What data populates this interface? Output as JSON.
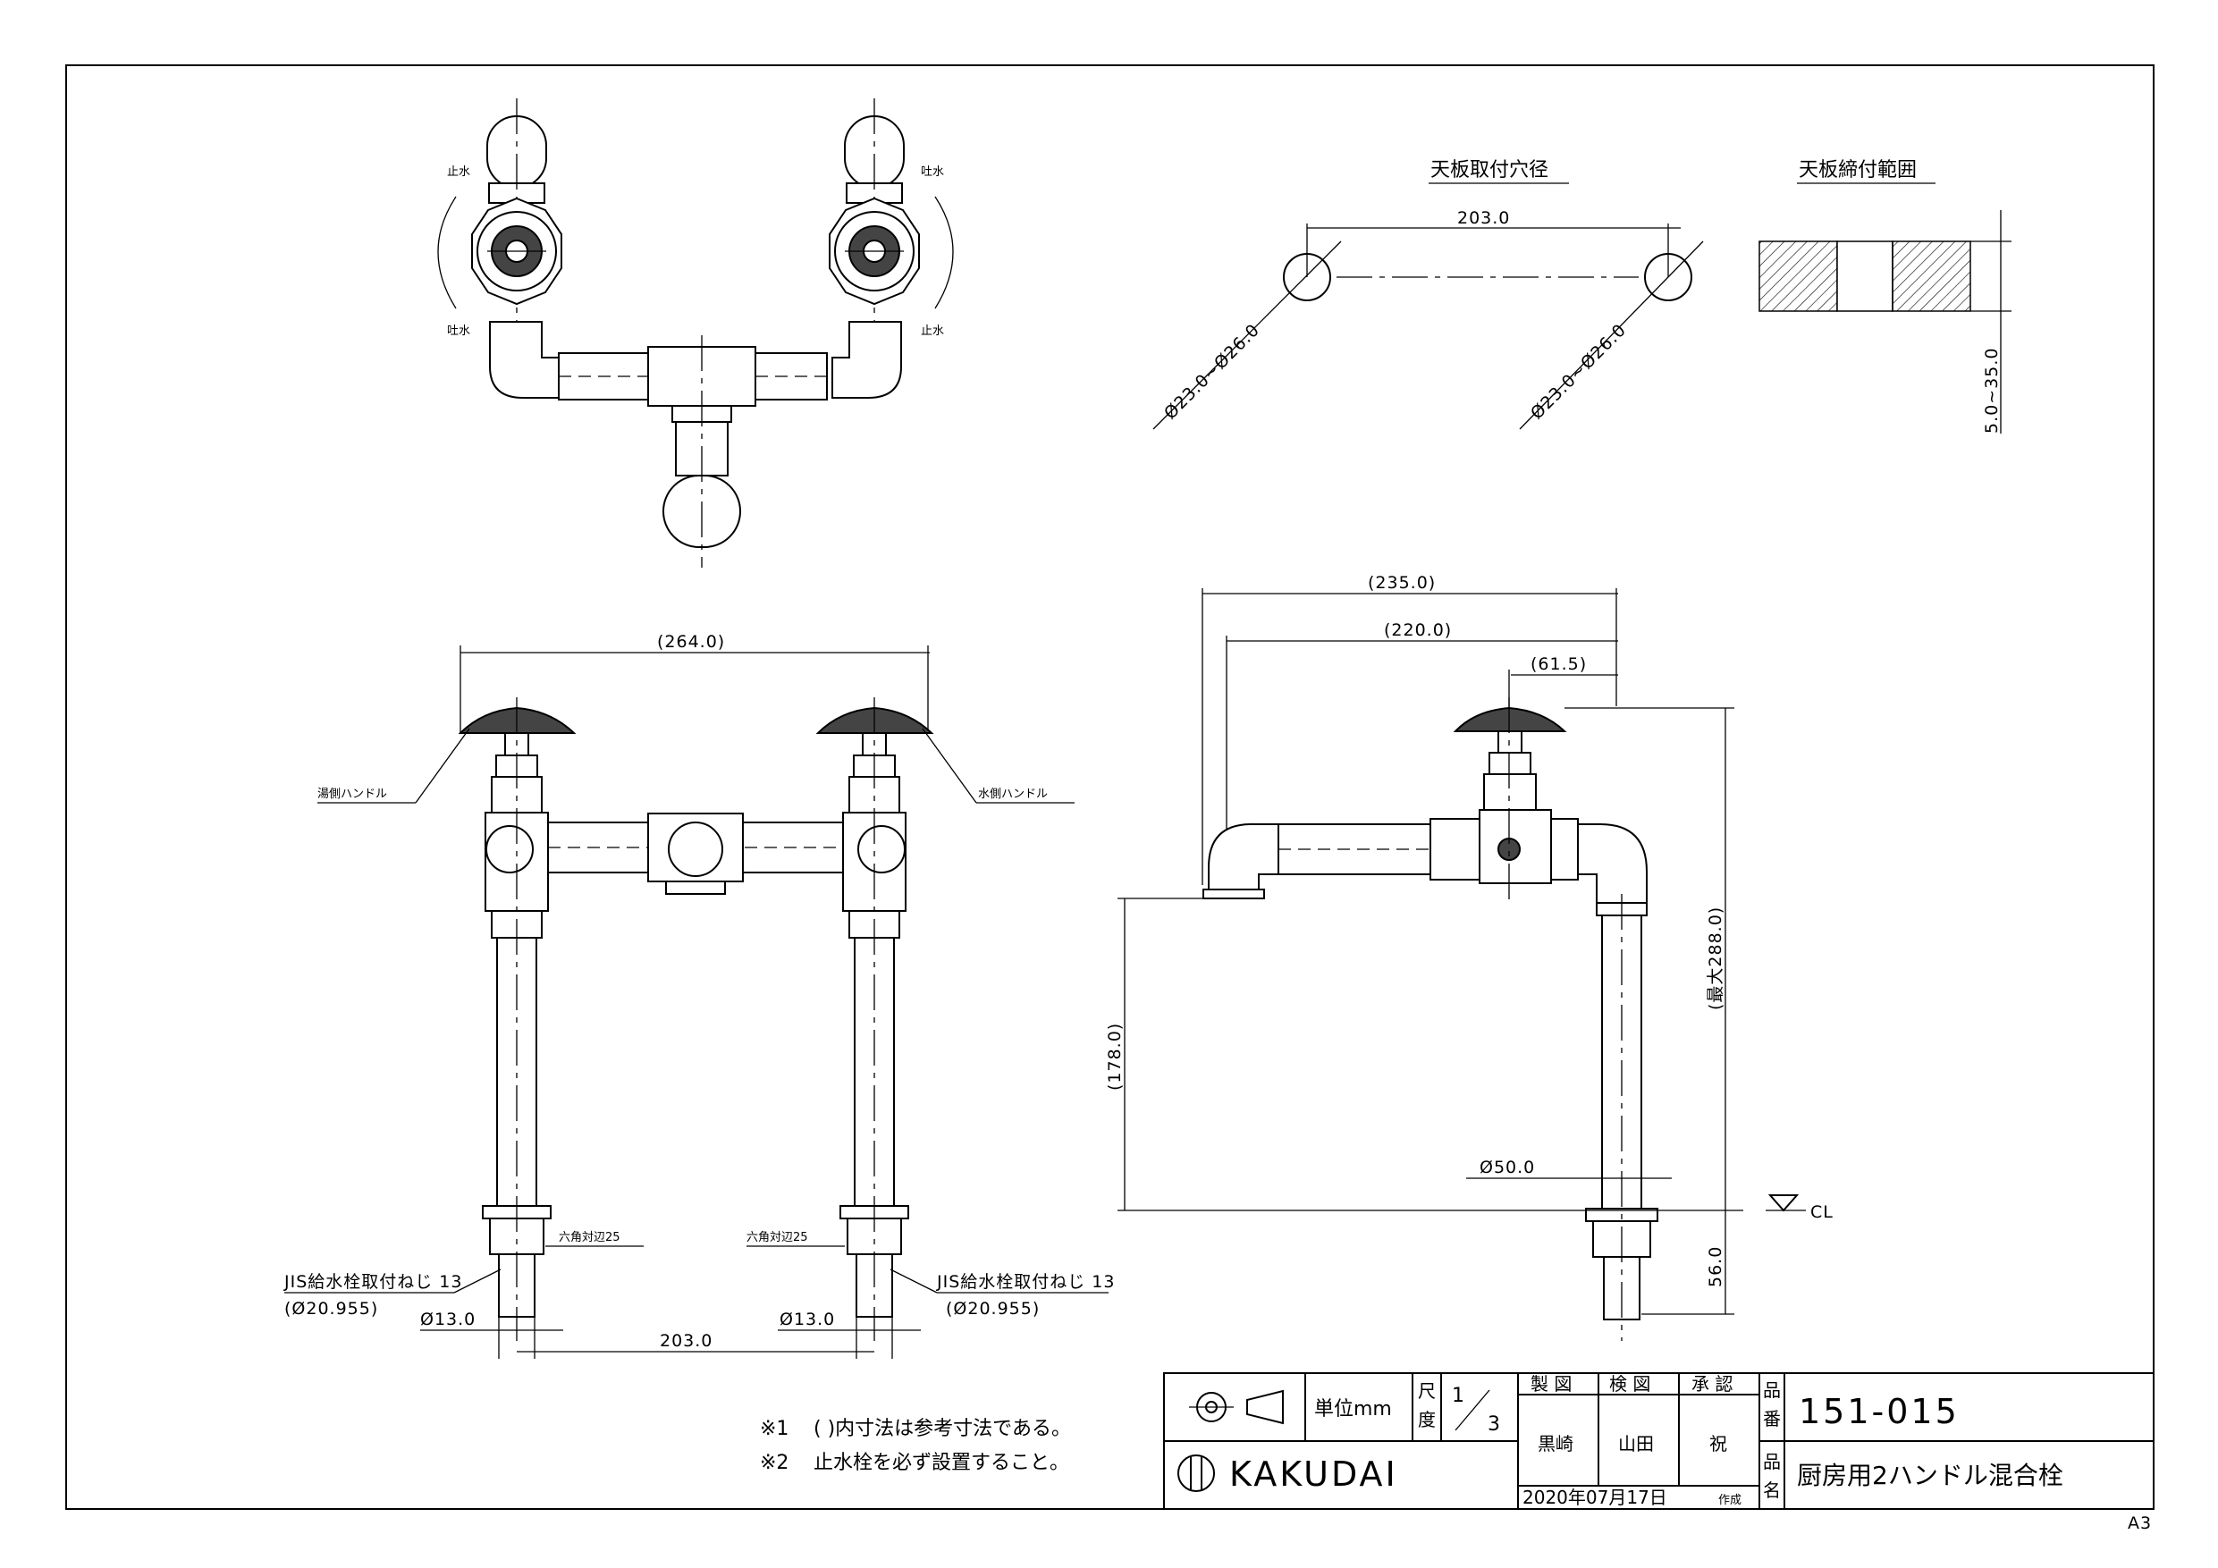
{
  "views": {
    "top": {
      "left_upper": "止水",
      "left_lower": "吐水",
      "right_upper": "吐水",
      "right_lower": "止水"
    },
    "front": {
      "width_overall": "(264.0)",
      "hot_handle": "湯側ハンドル",
      "cold_handle": "水側ハンドル",
      "hex_left": "六角対辺25",
      "hex_right": "六角対辺25",
      "thread_left": "JIS給水栓取付ねじ 13",
      "thread_right": "JIS給水栓取付ねじ 13",
      "thread_dia_left": "(Ø20.955)",
      "thread_dia_right": "(Ø20.955)",
      "shank_left": "Ø13.0",
      "shank_right": "Ø13.0",
      "pitch": "203.0"
    },
    "side": {
      "reach_outer": "(235.0)",
      "reach_spout": "(220.0)",
      "handle_offset": "(61.5)",
      "height_spout": "(178.0)",
      "height_max": "(最大288.0)",
      "below_cl": "56.0",
      "flange_dia": "Ø50.0",
      "cl": "CL"
    },
    "mount_hole": {
      "title": "天板取付穴径",
      "pitch": "203.0",
      "left_hole": "Ø23.0~Ø26.0",
      "right_hole": "Ø23.0~Ø26.0"
    },
    "clamp_range": {
      "title": "天板締付範囲",
      "thickness": "5.0~35.0"
    }
  },
  "notes": {
    "n1_mark": "※1",
    "n1_text": "(  )内寸法は参考寸法である。",
    "n2_mark": "※2",
    "n2_text": "止水栓を必ず設置すること。"
  },
  "title_block": {
    "unit_label": "単位mm",
    "scale_label_a": "尺",
    "scale_label_b": "度",
    "scale_num": "1",
    "scale_den": "3",
    "made_label": "製 図",
    "checked_label": "検 図",
    "approved_label": "承 認",
    "made_by": "黒崎",
    "checked_by": "山田",
    "approved_by": "祝",
    "part_no_label_a": "品",
    "part_no_label_b": "番",
    "part_no": "151-015",
    "name_label_a": "品",
    "name_label_b": "名",
    "product_name": "厨房用2ハンドル混合栓",
    "company": "KAKUDAI",
    "date": "2020年07月17日",
    "created": "作成"
  },
  "paper_size": "A3"
}
